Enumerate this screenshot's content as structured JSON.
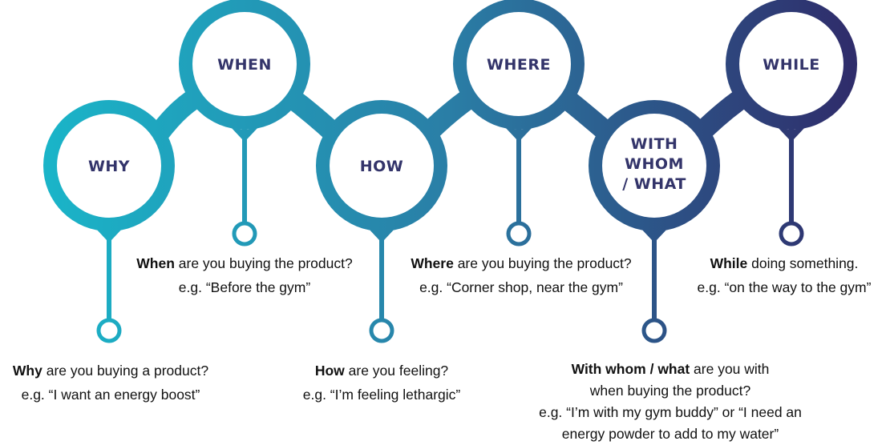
{
  "colors": {
    "gradient_start": "#1ab4c8",
    "gradient_mid": "#2a7ea6",
    "gradient_end": "#2f2d6b",
    "title_text": "#33346a",
    "caption_text": "#111111"
  },
  "steps": [
    {
      "title": "WHY",
      "caption_bold": "Why",
      "caption_rest": " are you buying a product?",
      "example": "e.g. “I want an energy boost”"
    },
    {
      "title": "WHEN",
      "caption_bold": "When",
      "caption_rest": " are you buying the product?",
      "example": "e.g. “Before the gym”"
    },
    {
      "title": "HOW",
      "caption_bold": "How",
      "caption_rest": " are you feeling?",
      "example": "e.g. “I’m feeling lethargic”"
    },
    {
      "title": "WHERE",
      "caption_bold": "Where",
      "caption_rest": " are you buying the product?",
      "example": "e.g. “Corner shop, near the gym”"
    },
    {
      "title_lines": [
        "WITH",
        "WHOM",
        "/ WHAT"
      ],
      "caption_bold": "With whom / what",
      "caption_rest": " are you with",
      "caption_line2": "when buying the product?",
      "example": "e.g. “I’m with my gym buddy” or “I need an",
      "example_line2": "energy powder to add to my water”"
    },
    {
      "title": "WHILE",
      "caption_bold": "While",
      "caption_rest": " doing something.",
      "example": "e.g. “on the way to the gym”"
    }
  ]
}
